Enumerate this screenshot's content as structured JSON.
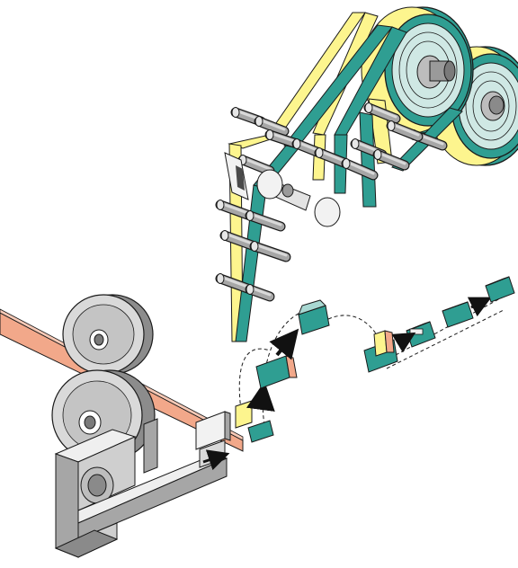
{
  "diagram": {
    "colors": {
      "film_yellow": "#fdf58e",
      "film_teal": "#2f9e92",
      "film_teal_light": "#a8d8d2",
      "metal_light": "#d9d9d9",
      "metal_mid": "#a6a6a6",
      "metal_dark": "#5f5f5f",
      "strip_copper": "#f2a88a",
      "outline": "#1a1a1a"
    },
    "parts": [
      "supply-reel-front",
      "supply-reel-back",
      "guide-roller-stack",
      "film-web-yellow",
      "film-web-teal",
      "copper-strip",
      "feed-wheel-upper",
      "feed-wheel-lower",
      "press-frame",
      "cutter-blade",
      "folded-component-path",
      "finished-components"
    ]
  }
}
